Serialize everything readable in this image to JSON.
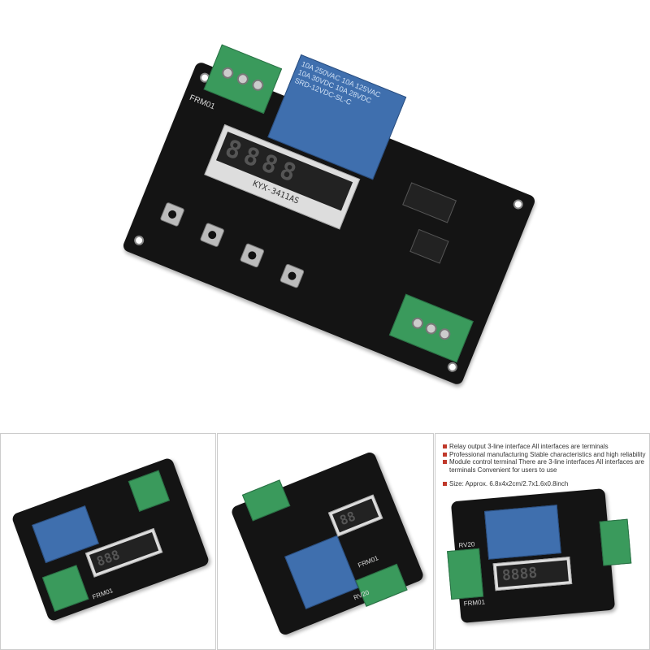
{
  "main_image": {
    "board_label": "FRM01",
    "display_label": "KYX-3411AS",
    "display_digits": [
      "8",
      "8",
      "8",
      "8"
    ],
    "relay_text": [
      "10A 250VAC 10A 125VAC",
      "10A 30VDC 10A 28VDC",
      "SRD-12VDC-SL-C"
    ],
    "colors": {
      "pcb": "#141414",
      "relay": "#3f6fae",
      "terminal": "#3a9a5c"
    }
  },
  "thumbnails": [
    {
      "label": "FRM01"
    },
    {
      "label": "FRM01",
      "secondary_label": "RV20"
    },
    {
      "label": "FRM01",
      "secondary_label": "RV20"
    }
  ],
  "features": [
    "Relay output 3-line interface All interfaces are terminals",
    "Professional manufacturing Stable characteristics and high reliability",
    "Module control terminal There are 3-line interfaces All interfaces are terminals Convenient for users to use",
    "Size: Approx. 6.8x4x2cm/2.7x1.6x0.8inch"
  ]
}
